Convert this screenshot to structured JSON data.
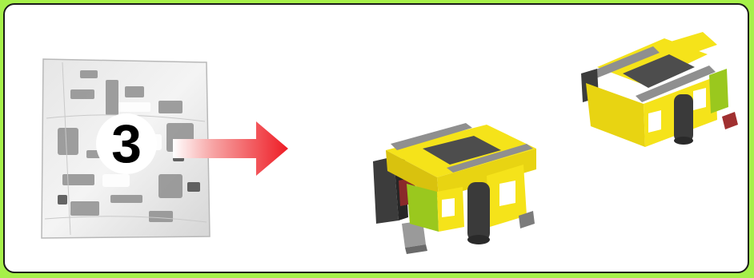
{
  "step": {
    "number": "3"
  },
  "colors": {
    "page_border": "#a6f04a",
    "arrow": "#ee1c25",
    "brick_yellow": "#f5e31a",
    "brick_lime": "#9ac81e",
    "brick_gray": "#7a7a7a",
    "brick_dark": "#3c3c3c"
  },
  "icons": {
    "bag": "parts-bag-icon",
    "arrow": "right-arrow-icon",
    "front_view": "model-front-view",
    "back_view": "model-back-view"
  }
}
